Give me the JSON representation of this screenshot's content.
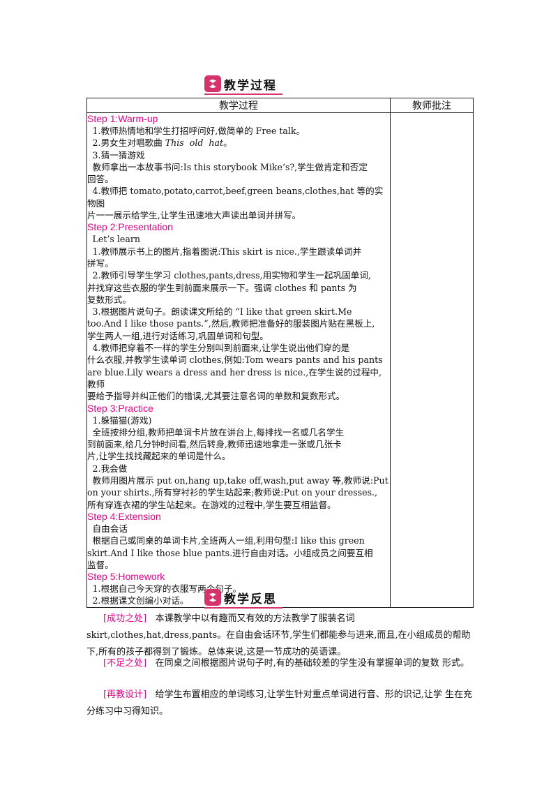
{
  "banners": {
    "process": "教学过程",
    "reflection": "教学反思"
  },
  "table": {
    "col_process": "教学过程",
    "col_notes": "教师批注"
  },
  "steps": [
    {
      "title": "Step 1:Warm-up",
      "lines": [
        "1.教师热情地和学生打招呼问好,做简单的 Free talk。",
        "2.男女生对唱歌曲 This  old  hat。",
        "3.猜一猜游戏",
        "教师拿出一本故事书问:Is this storybook Mike’s?,学生做肯定和否定",
        "回答。",
        "4.教师把 tomato,potato,carrot,beef,green beans,clothes,hat 等的实物图",
        "片一一展示给学生,让学生迅速地大声读出单词并拼写。"
      ]
    },
    {
      "title": "Step 2:Presentation",
      "lines": [
        "Let’s learn",
        "1.教师展示书上的图片,指着图说:This skirt is nice.,学生跟读单词并",
        "拼写。",
        "2.教师引导学生学习 clothes,pants,dress,用实物和学生一起巩固单词,",
        "并找穿这些衣服的学生到前面来展示一下。强调 clothes  和  pants  为",
        "复数形式。",
        "3.根据图片说句子。朗读课文所给的  “I like that green skirt.Me",
        "too.And I like those pants.”,然后,教师把准备好的服装图片贴在黑板上,",
        "学生两人一组,进行对话练习,巩固单词和句型。",
        "4.教师把穿着不一样的学生分别叫到前面来,让学生说出他们穿的是",
        "什么衣服,并教学生读单词 clothes,例如:Tom wears pants and his pants",
        "are blue.Lily wears a dress and her dress is nice.,在学生说的过程中,教师",
        "要给予指导并纠正他们的错误,尤其要注意名词的单数和复数形式。"
      ]
    },
    {
      "title": "Step 3:Practice",
      "lines": [
        "1.躲猫猫(游戏)",
        "全班按排分组,教师把单词卡片放在讲台上,每排找一名或几名学生",
        "到前面来,给几分钟时间看,然后转身,教师迅速地拿走一张或几张卡",
        "片,让学生找找藏起来的单词是什么。",
        "2.我会做",
        "教师用图片展示 put on,hang up,take off,wash,put away 等,教师说:Put",
        "on your shirts.,所有穿衬衫的学生站起来;教师说:Put on your dresses.,",
        "所有穿连衣裙的学生站起来。在游戏的过程中,学生要互相监督。"
      ]
    },
    {
      "title": "Step 4:Extension",
      "lines": [
        "自由会话",
        "根据自己或同桌的单词卡片,全班两人一组,利用句型:I like this green",
        "skirt.And I like those blue pants.进行自由对话。小组成员之间要互相",
        "监督。"
      ]
    },
    {
      "title": "Step 5:Homework",
      "lines": [
        "1.根据自己今天穿的衣服写两个句子。",
        "2.根据课文创编小对话。"
      ]
    }
  ],
  "reflection": [
    {
      "tag": "[成功之处]",
      "first": "本课教学中以有趣而又有效的方法教学了服装名词",
      "rest": "skirt,clothes,hat,dress,pants。在自由会话环节,学生们都能参与进来,而且,在小组成员的帮助下,所有的孩子都得到了锻炼。总体来说,这是一节成功的英语课。"
    },
    {
      "tag": "[不足之处]",
      "first": "在同桌之间根据图片说句子时,有的基础较差的学生没有掌握单词的复数",
      "rest": "形式。"
    },
    {
      "tag": "[再教设计]",
      "first": "给学生布置相应的单词练习,让学生针对重点单词进行音、形的识记,让学",
      "rest": "生在充分练习中习得知识。"
    }
  ],
  "colors": {
    "accent": "#e6008a",
    "logo": "#d6336c"
  }
}
